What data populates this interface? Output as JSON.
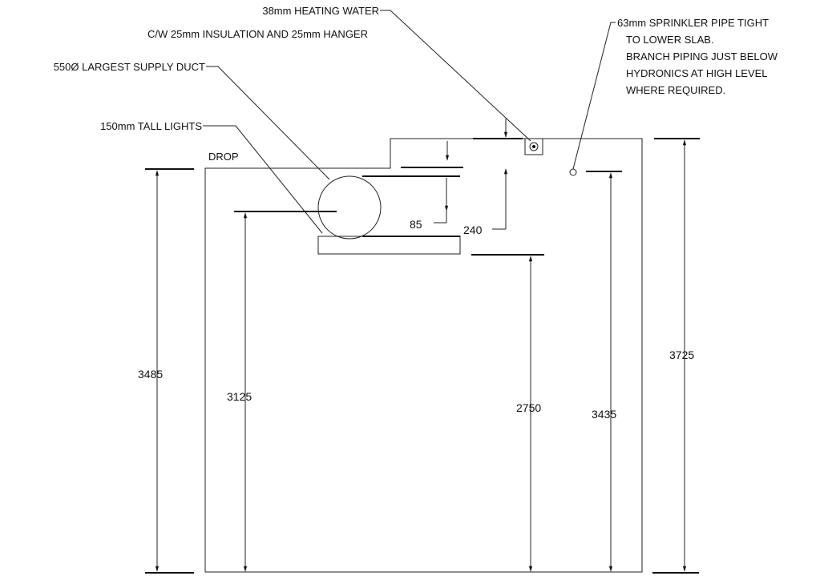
{
  "labels": {
    "heating_water_line1": "38mm HEATING WATER",
    "heating_water_line2": "C/W 25mm INSULATION AND 25mm HANGER",
    "supply_duct": "550Ø LARGEST SUPPLY DUCT",
    "lights": "150mm TALL LIGHTS",
    "drop": "DROP",
    "sprinkler_line1": "63mm SPRINKLER PIPE TIGHT",
    "sprinkler_line2": "TO LOWER SLAB.",
    "sprinkler_line3": "BRANCH PIPING JUST BELOW",
    "sprinkler_line4": "HYDRONICS AT HIGH LEVEL",
    "sprinkler_line5": "WHERE REQUIRED."
  },
  "dimensions": {
    "d85": "85",
    "d240": "240",
    "d3485": "3485",
    "d3125": "3125",
    "d2750": "2750",
    "d3435": "3435",
    "d3725": "3725"
  }
}
